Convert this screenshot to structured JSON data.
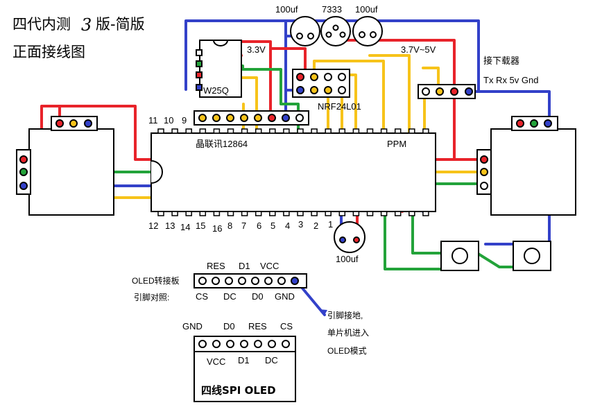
{
  "title": {
    "line1_a": "四代内测",
    "line1_num": "3",
    "line1_b": "版-简版",
    "line2": "正面接线图"
  },
  "top_parts": {
    "cap_left": "100uf",
    "regulator": "7333",
    "cap_right": "100uf",
    "supply_range": "3.7V~5V",
    "v33": "3.3V"
  },
  "flash_chip": {
    "label": "W25Q"
  },
  "nrf_module": {
    "label": "NRF24L01"
  },
  "download_header": {
    "title": "接下载器",
    "pins": "Tx Rx 5v Gnd"
  },
  "mcu": {
    "lcd_label": "晶联讯12864",
    "ppm_label": "PPM",
    "top_pin_numbers": [
      "11",
      "10",
      "9"
    ],
    "bottom_pin_numbers": [
      "12",
      "13",
      "14",
      "15",
      "16",
      "8",
      "7",
      "6",
      "5",
      "4",
      "3",
      "2",
      "1"
    ]
  },
  "bottom_cap": {
    "label": "100uf"
  },
  "oled_adapter": {
    "title": "OLED转接板",
    "subtitle": "引脚对照:",
    "top_labels": [
      "RES",
      "D1",
      "VCC"
    ],
    "bottom_labels": [
      "CS",
      "DC",
      "D0",
      "GND"
    ],
    "note_line1": "引脚接地,",
    "note_line2": "单片机进入",
    "note_line3": "OLED模式"
  },
  "oled_module": {
    "top_labels": [
      "GND",
      "D0",
      "RES",
      "CS"
    ],
    "bottom_labels": [
      "VCC",
      "D1",
      "DC"
    ],
    "name": "四线SPI OLED"
  },
  "colors": {
    "red": "#e8232a",
    "blue": "#3341c9",
    "yellow": "#f7c31a",
    "green": "#23a33a",
    "outline": "#000000"
  }
}
